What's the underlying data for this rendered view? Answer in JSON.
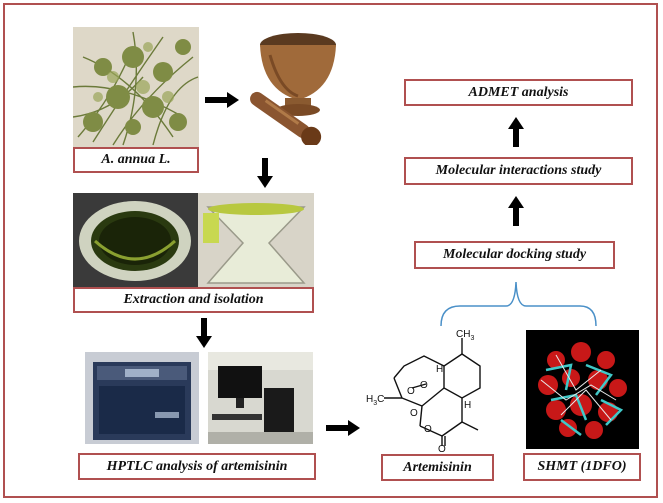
{
  "labels": {
    "plant": "A.  annua L.",
    "extraction": "Extraction and isolation",
    "hptlc": "HPTLC  analysis of artemisinin",
    "admet": "ADMET analysis",
    "interactions": "Molecular interactions study",
    "docking": "Molecular docking study",
    "artemisinin": "Artemisinin",
    "shmt": "SHMT  (1DFO)"
  },
  "structure_labels": {
    "ch3_top": "CH",
    "ch3_left": "H",
    "h_ring": "H",
    "h_ring2": "H",
    "o_carbonyl": "O",
    "o_ring": "O",
    "o_peroxide1": "O",
    "o_peroxide2": "O",
    "o_lower": "O"
  },
  "colors": {
    "border": "#b05050",
    "bracket": "#4a90c8",
    "arrow": "#000000"
  }
}
